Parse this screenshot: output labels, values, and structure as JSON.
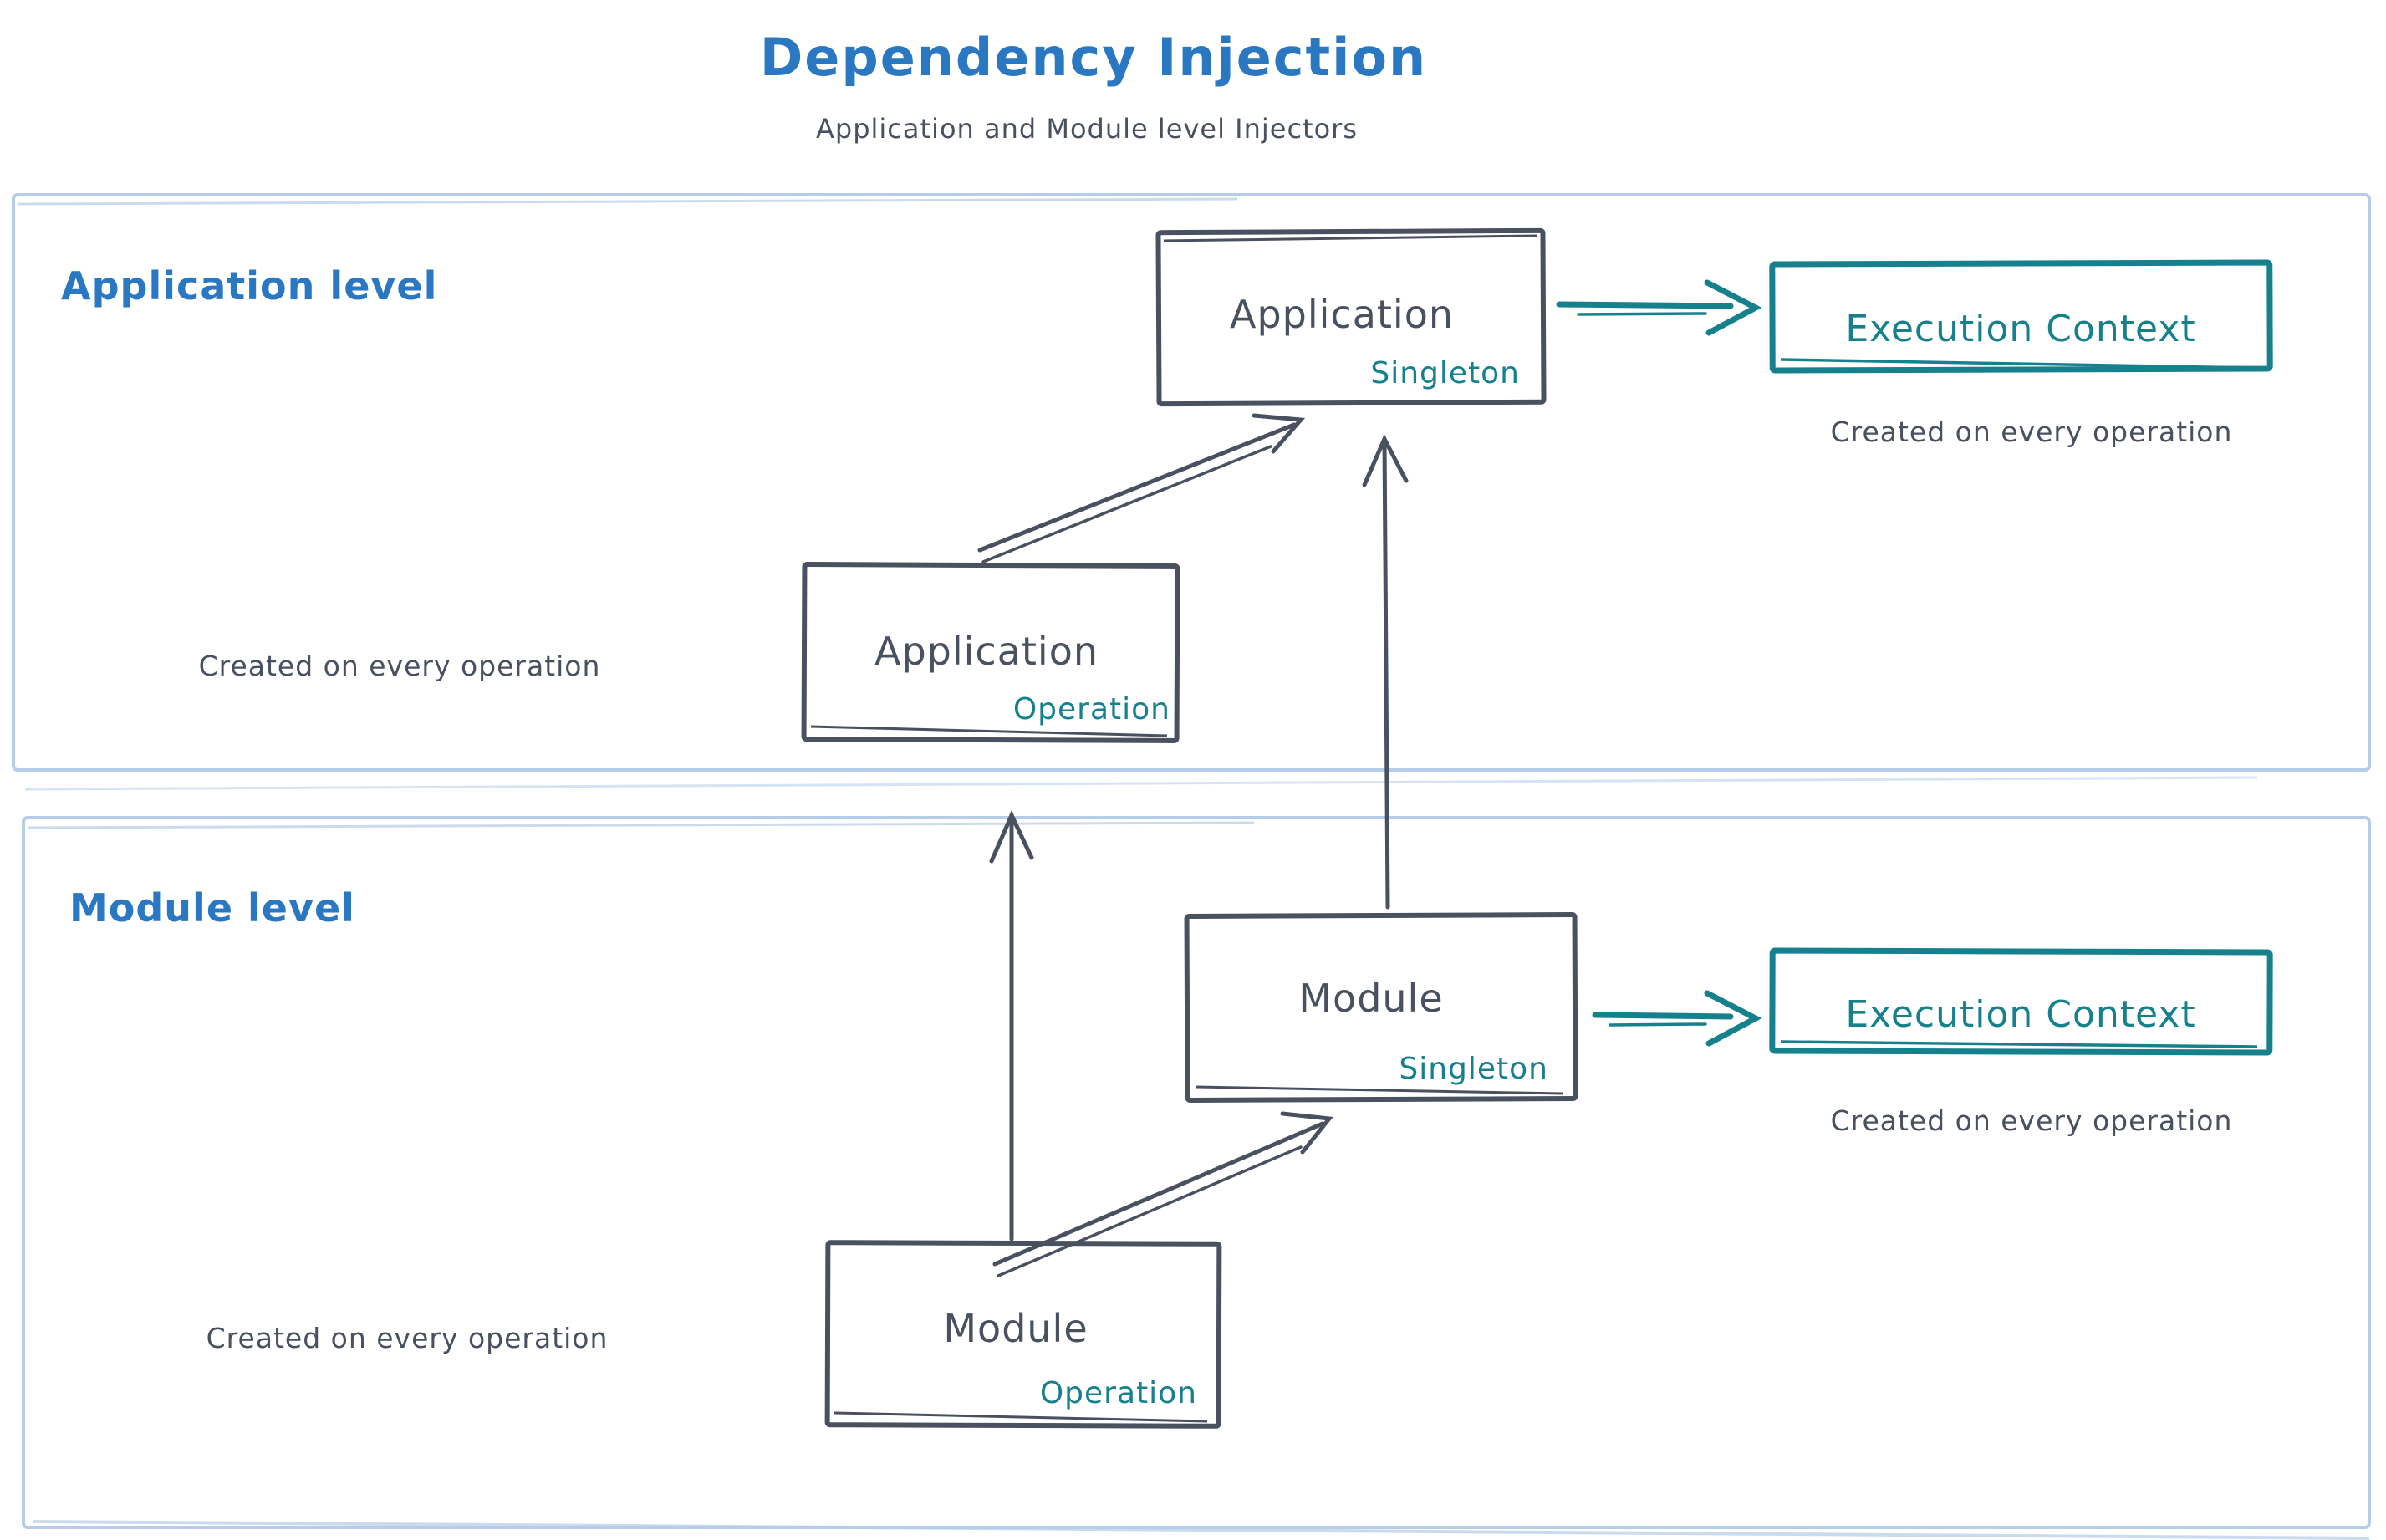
{
  "title": "Dependency Injection",
  "subtitle": "Application and Module level Injectors",
  "colors": {
    "blue": "#2b78c2",
    "teal": "#17808d",
    "slate": "#49505f",
    "container_border": "#b5cde8",
    "background": "#ffffff"
  },
  "sections": {
    "application": {
      "label": "Application level"
    },
    "module": {
      "label": "Module level"
    }
  },
  "nodes": {
    "app_singleton": {
      "title": "Application",
      "badge": "Singleton"
    },
    "app_operation": {
      "title": "Application",
      "badge": "Operation"
    },
    "module_singleton": {
      "title": "Module",
      "badge": "Singleton"
    },
    "module_operation": {
      "title": "Module",
      "badge": "Operation"
    },
    "execution_context_app": {
      "title": "Execution Context",
      "caption": "Created on every operation"
    },
    "execution_context_module": {
      "title": "Execution Context",
      "caption": "Created on every operation"
    }
  },
  "captions": {
    "app_operation_note": "Created on every operation",
    "module_operation_note": "Created on every operation"
  }
}
